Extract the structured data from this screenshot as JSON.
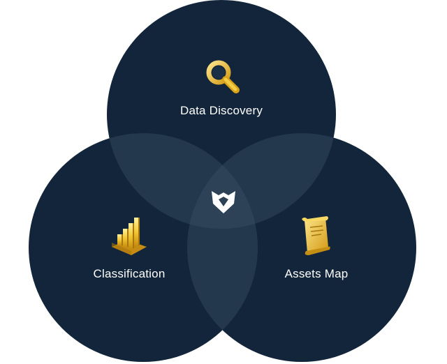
{
  "diagram": {
    "circles": [
      {
        "id": "top",
        "label": "Data Discovery",
        "icon": "magnifier-icon"
      },
      {
        "id": "left",
        "label": "Classification",
        "icon": "bar-chart-icon"
      },
      {
        "id": "right",
        "label": "Assets Map",
        "icon": "scroll-icon"
      }
    ],
    "center_icon": "logo-icon",
    "colors": {
      "circle_fill": "#12253a",
      "overlap_fill": "#24384d",
      "triple_fill": "#2e4257",
      "icon_gold": "#e6b81e",
      "text": "#ffffff"
    }
  }
}
